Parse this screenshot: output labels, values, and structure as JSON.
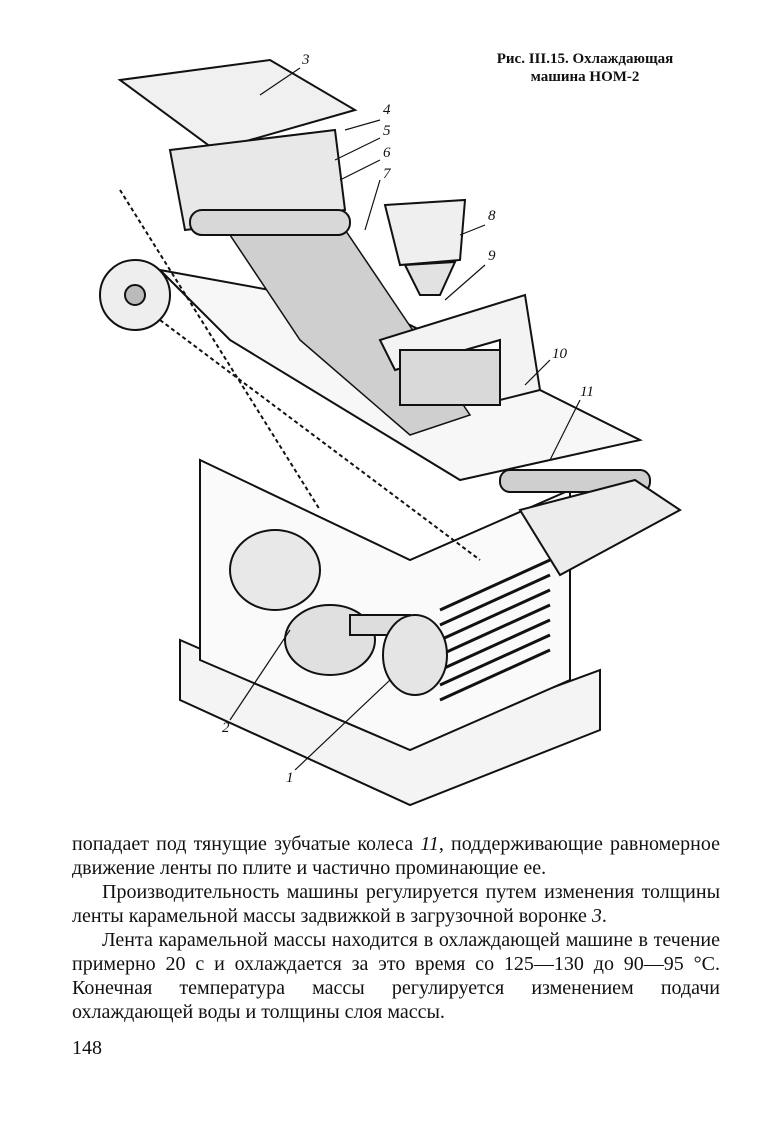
{
  "caption": {
    "line1": "Рис. III.15. Охлаждающая",
    "line2": "машина НОМ-2"
  },
  "figure": {
    "callouts": [
      "3",
      "4",
      "5",
      "6",
      "7",
      "8",
      "9",
      "10",
      "11",
      "2",
      "1"
    ]
  },
  "body": {
    "p1": {
      "a": "попадает под тянущие зубчатые колеса ",
      "ref": "11",
      "b": ", поддерживающие равномерное движение ленты по плите и частично проминающие ее."
    },
    "p2": {
      "a": "Производительность машины регулируется путем изменения толщины ленты карамельной массы задвижкой в загрузочной воронке ",
      "ref": "3",
      "b": "."
    },
    "p3": "Лента карамельной массы находится в охлаждающей машине в течение примерно 20 с и охлаждается за это время со 125—130 до 90—95 °С. Конечная температура массы регулируется изменением подачи охлаждающей воды и толщины слоя массы."
  },
  "page_number": "148"
}
